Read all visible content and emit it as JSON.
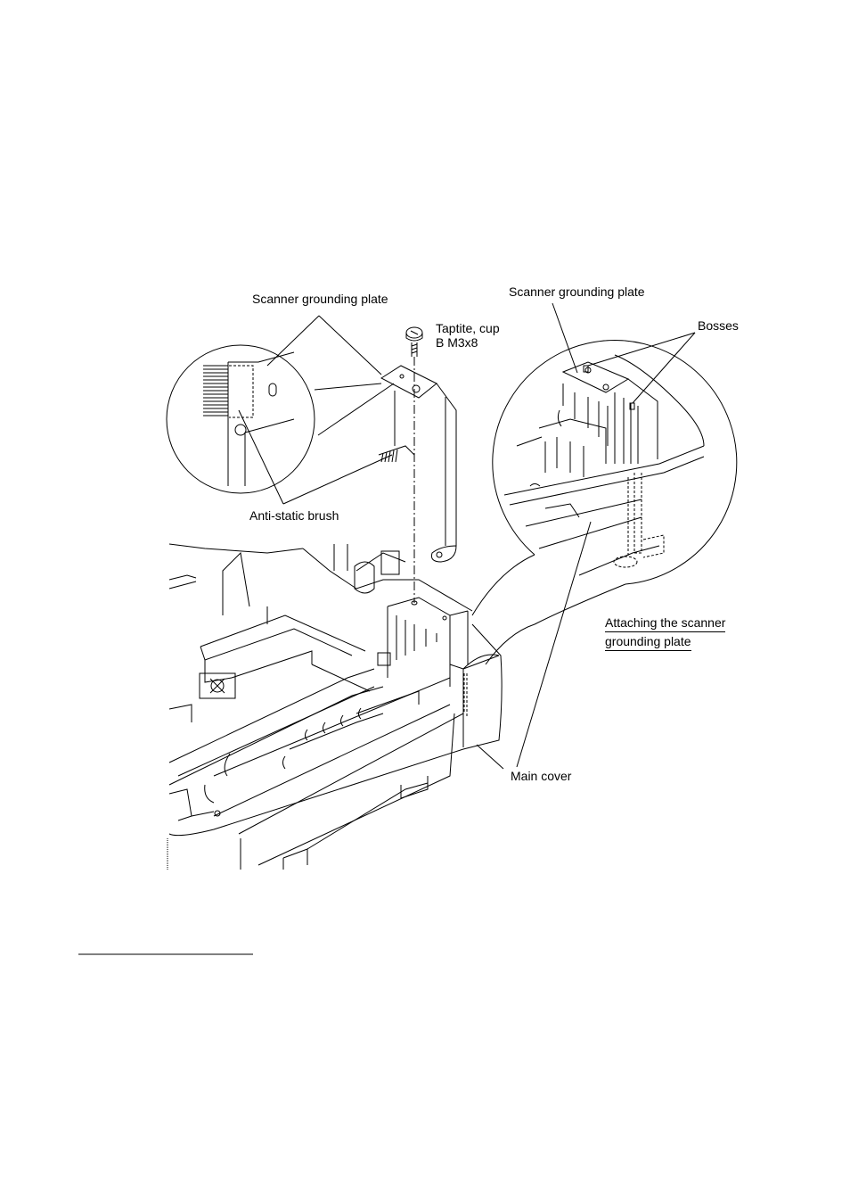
{
  "labels": {
    "scanner_plate_left": "Scanner grounding plate",
    "scanner_plate_right": "Scanner grounding plate",
    "screw_line1": "Taptite, cup",
    "screw_line2": "B M3x8",
    "bosses": "Bosses",
    "anti_static_brush": "Anti-static brush",
    "attaching_line1": "Attaching the scanner",
    "attaching_line2": "grounding plate",
    "main_cover": "Main cover"
  }
}
